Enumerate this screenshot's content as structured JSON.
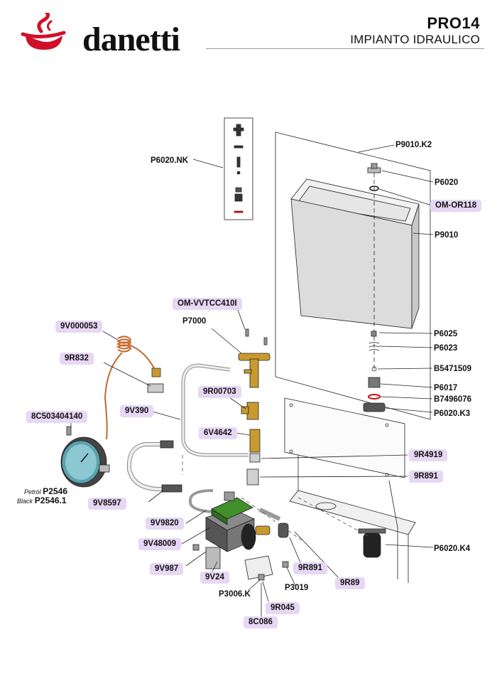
{
  "brand": {
    "name": "danetti",
    "logo_color": "#d0102a"
  },
  "header": {
    "model": "PRO14",
    "subtitle": "IMPIANTO IDRAULICO"
  },
  "colors": {
    "tag_fill": "#e7d7f4",
    "pump_green": "#3f8f2a",
    "brass": "#c99a2e",
    "copper": "#c2672e"
  },
  "parts": [
    {
      "code": "P9010.K2",
      "tag": false
    },
    {
      "code": "P6020.NK",
      "tag": false
    },
    {
      "code": "P6020",
      "tag": false
    },
    {
      "code": "OM-OR118",
      "tag": true
    },
    {
      "code": "P9010",
      "tag": false
    },
    {
      "code": "OM-VVTCC410I",
      "tag": true
    },
    {
      "code": "P7000",
      "tag": false
    },
    {
      "code": "9V000053",
      "tag": true
    },
    {
      "code": "9R832",
      "tag": true
    },
    {
      "code": "9R00703",
      "tag": true
    },
    {
      "code": "9V390",
      "tag": true
    },
    {
      "code": "8C503404140",
      "tag": true
    },
    {
      "code": "6V4642",
      "tag": true
    },
    {
      "code": "P6025",
      "tag": false
    },
    {
      "code": "P6023",
      "tag": false
    },
    {
      "code": "B5471509",
      "tag": false
    },
    {
      "code": "P6017",
      "tag": false
    },
    {
      "code": "B7496076",
      "tag": false
    },
    {
      "code": "P6020.K3",
      "tag": false
    },
    {
      "code": "9R4919",
      "tag": true
    },
    {
      "code": "9R891",
      "tag": true
    },
    {
      "code": "9V8597",
      "tag": true
    },
    {
      "code": "9V9820",
      "tag": true
    },
    {
      "code": "9V48009",
      "tag": true
    },
    {
      "code": "9V987",
      "tag": true
    },
    {
      "code": "9V24",
      "tag": true
    },
    {
      "code": "9R891",
      "tag": true
    },
    {
      "code": "9R89",
      "tag": true
    },
    {
      "code": "P3019",
      "tag": false
    },
    {
      "code": "P3006.K",
      "tag": false
    },
    {
      "code": "9R045",
      "tag": true
    },
    {
      "code": "8C086",
      "tag": true
    },
    {
      "code": "P6020.K4",
      "tag": false
    }
  ],
  "gauge_variants": [
    {
      "finish": "Petrol",
      "code": "P2546"
    },
    {
      "finish": "Black",
      "code": "P2546.1"
    }
  ]
}
